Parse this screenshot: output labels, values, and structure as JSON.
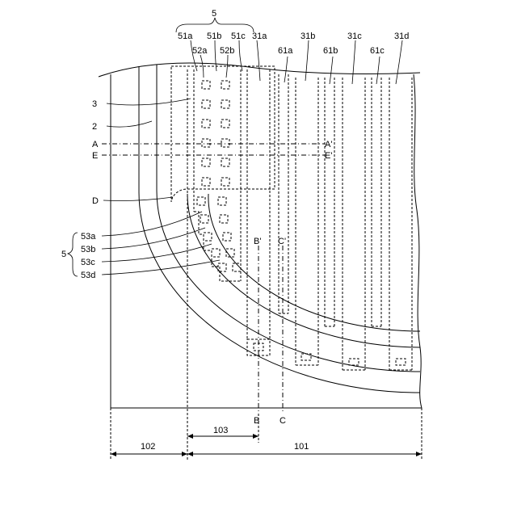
{
  "figure": {
    "labels": {
      "l5_top": "5",
      "l51a": "51a",
      "l51b": "51b",
      "l51c": "51c",
      "l31a": "31a",
      "l52a": "52a",
      "l52b": "52b",
      "l61a": "61a",
      "l31b": "31b",
      "l61b": "61b",
      "l31c": "31c",
      "l61c": "61c",
      "l31d": "31d",
      "l3": "3",
      "l2": "2",
      "lA": "A",
      "lE": "E",
      "lA2": "A'",
      "lE2": "E'",
      "lD": "D",
      "l5_left": "5",
      "l53a": "53a",
      "l53b": "53b",
      "l53c": "53c",
      "l53d": "53d",
      "lB2": "B'",
      "lC2": "C'",
      "lB": "B",
      "lC": "C",
      "l103": "103",
      "l102": "102",
      "l101": "101"
    }
  }
}
